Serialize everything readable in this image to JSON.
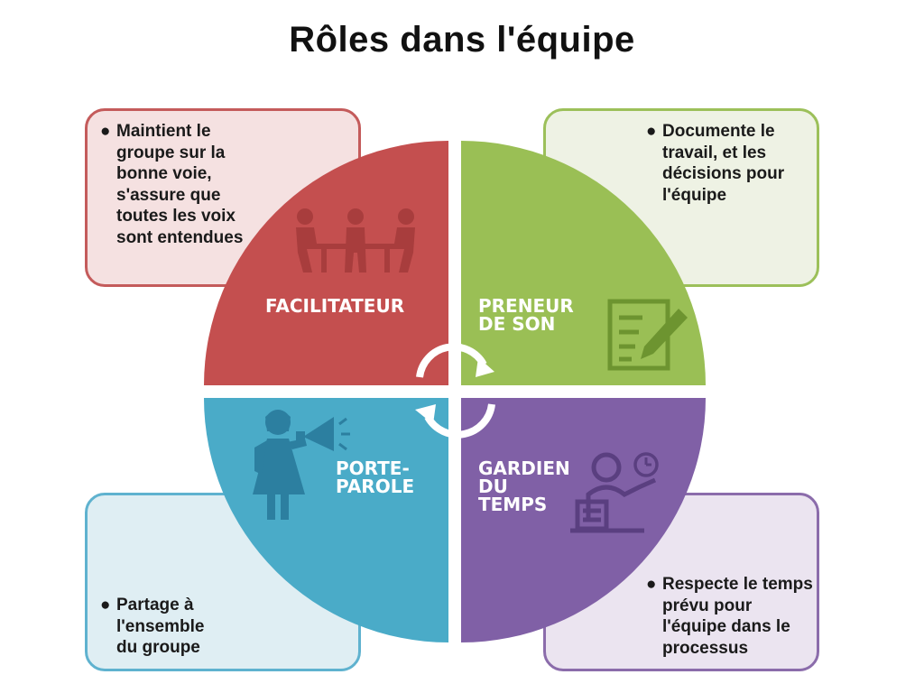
{
  "title": "Rôles dans l'équipe",
  "roles": {
    "facilitator": {
      "label": "FACILITATEUR",
      "color": "#c44f4f",
      "description": [
        "Maintient le",
        "groupe sur la",
        "bonne voie,",
        "s'assure que",
        "toutes les voix",
        "sont entendues"
      ],
      "icon": "meeting-table-icon"
    },
    "note_taker": {
      "label_lines": [
        "PRENEUR",
        "DE SON"
      ],
      "color": "#9abf55",
      "description": [
        "Documente le",
        "travail, et les",
        "décisions pour",
        "l'équipe"
      ],
      "icon": "notepad-pencil-icon"
    },
    "spokesperson": {
      "label_lines": [
        "PORTE-",
        "PAROLE"
      ],
      "color": "#4aabc8",
      "description": [
        "Partage à",
        "l'ensemble",
        "du groupe"
      ],
      "icon": "megaphone-person-icon"
    },
    "timekeeper": {
      "label_lines": [
        "GARDIEN",
        "DU",
        "TEMPS"
      ],
      "color": "#8060a6",
      "description": [
        "Respecte le temps",
        "prévu pour",
        "l'équipe dans le",
        "processus"
      ],
      "icon": "presenter-clock-icon"
    }
  },
  "bullet": "●"
}
